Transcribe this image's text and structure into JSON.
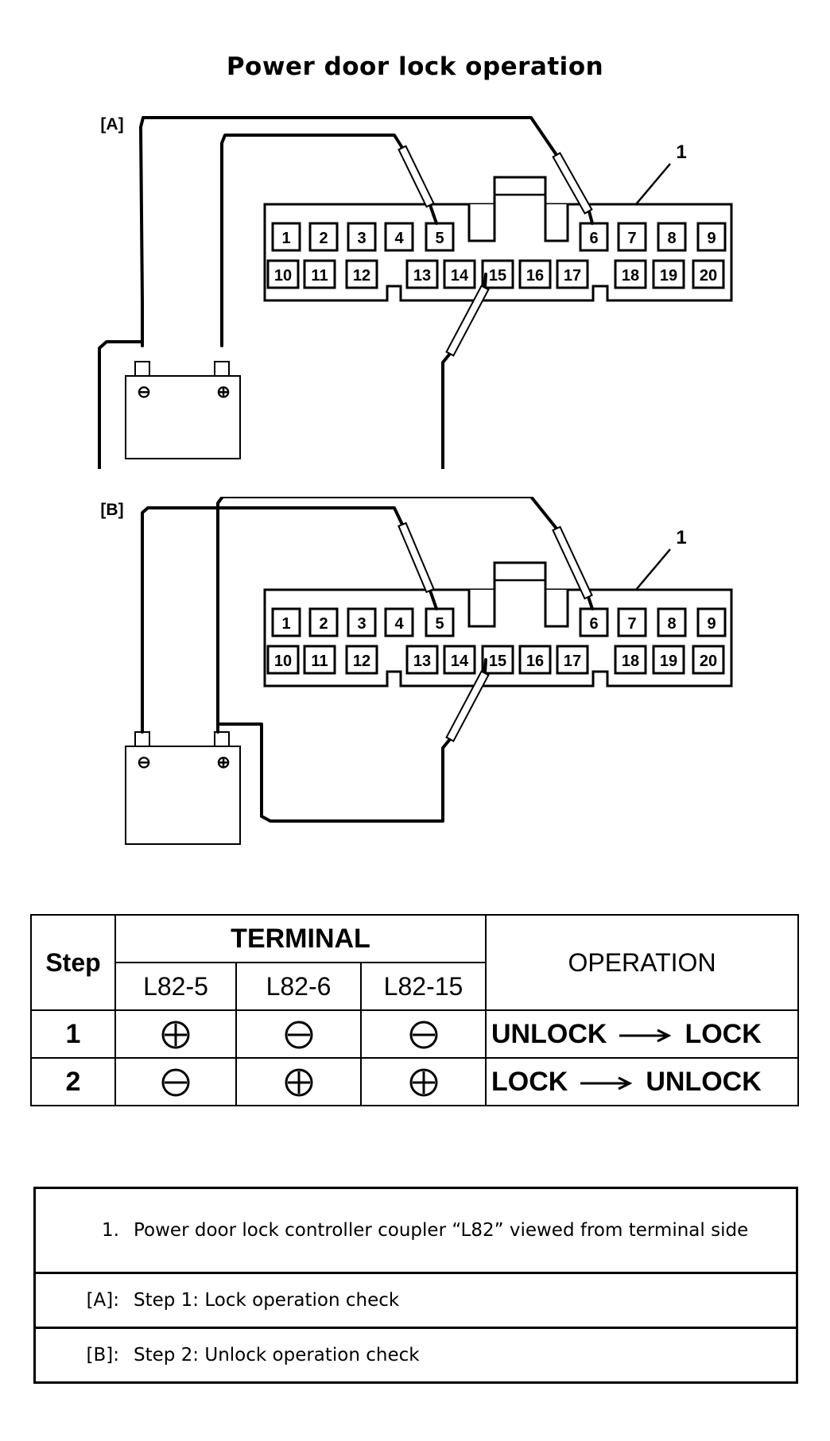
{
  "title": "Power door lock operation",
  "diagram_a": {
    "label": "[A]",
    "callout": "1",
    "battery_neg": "⊖",
    "battery_pos": "⊕",
    "pins_top": [
      "1",
      "2",
      "3",
      "4",
      "5",
      "6",
      "7",
      "8",
      "9"
    ],
    "pins_bottom": [
      "10",
      "11",
      "12",
      "13",
      "14",
      "15",
      "16",
      "17",
      "18",
      "19",
      "20"
    ]
  },
  "diagram_b": {
    "label": "[B]",
    "callout": "1",
    "battery_neg": "⊖",
    "battery_pos": "⊕",
    "pins_top": [
      "1",
      "2",
      "3",
      "4",
      "5",
      "6",
      "7",
      "8",
      "9"
    ],
    "pins_bottom": [
      "10",
      "11",
      "12",
      "13",
      "14",
      "15",
      "16",
      "17",
      "18",
      "19",
      "20"
    ]
  },
  "terminal_table": {
    "step_header": "Step",
    "terminal_header": "TERMINAL",
    "operation_header": "OPERATION",
    "columns": [
      "L82-5",
      "L82-6",
      "L82-15"
    ],
    "rows": [
      {
        "step": "1",
        "values": [
          "plus",
          "minus",
          "minus"
        ],
        "op_from": "UNLOCK",
        "op_to": "LOCK"
      },
      {
        "step": "2",
        "values": [
          "minus",
          "plus",
          "plus"
        ],
        "op_from": "LOCK",
        "op_to": "UNLOCK"
      }
    ]
  },
  "legend": [
    {
      "key": "1.",
      "text": "Power door lock controller coupler “L82” viewed from terminal side"
    },
    {
      "key": "[A]:",
      "text": "Step 1: Lock operation check"
    },
    {
      "key": "[B]:",
      "text": "Step 2: Unlock operation check"
    }
  ]
}
